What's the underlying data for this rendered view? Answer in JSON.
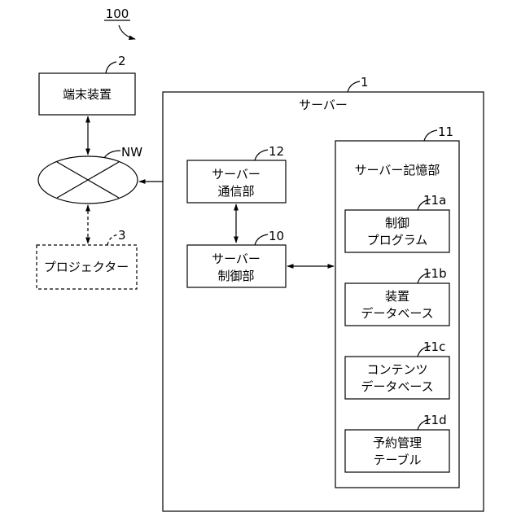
{
  "figure_number": "100",
  "terminal": {
    "ref": "2",
    "label": "端末装置"
  },
  "network": {
    "ref": "NW"
  },
  "projector": {
    "ref": "3",
    "label": "プロジェクター"
  },
  "server": {
    "ref": "1",
    "title": "サーバー"
  },
  "server_comm": {
    "ref": "12",
    "line1": "サーバー",
    "line2": "通信部"
  },
  "server_control": {
    "ref": "10",
    "line1": "サーバー",
    "line2": "制御部"
  },
  "server_storage": {
    "ref": "11",
    "title": "サーバー記憶部"
  },
  "control_program": {
    "ref": "11a",
    "line1": "制御",
    "line2": "プログラム"
  },
  "device_db": {
    "ref": "11b",
    "line1": "装置",
    "line2": "データベース"
  },
  "content_db": {
    "ref": "11c",
    "line1": "コンテンツ",
    "line2": "データベース"
  },
  "reservation_table": {
    "ref": "11d",
    "line1": "予約管理",
    "line2": "テーブル"
  }
}
